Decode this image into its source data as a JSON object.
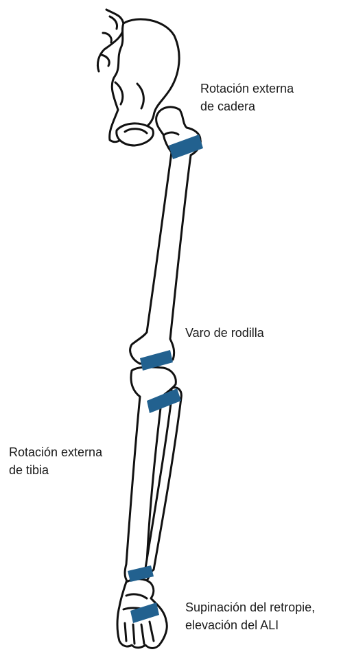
{
  "labels": {
    "hip": {
      "line1": "Rotación externa",
      "line2": "de cadera"
    },
    "knee": {
      "line1": "Varo de rodilla"
    },
    "tibia": {
      "line1": "Rotación externa",
      "line2": "de tibia"
    },
    "foot": {
      "line1": "Supinación del retropie,",
      "line2": "elevación del ALI"
    }
  },
  "colors": {
    "outline": "#111111",
    "bone_fill": "#ffffff",
    "marker": "#22618f"
  }
}
